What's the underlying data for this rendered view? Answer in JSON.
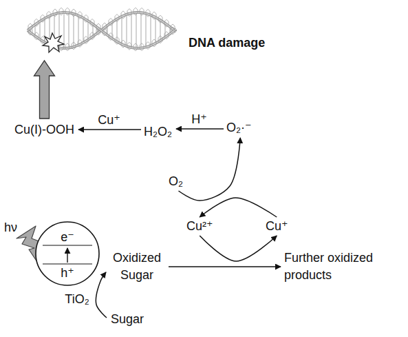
{
  "diagram": {
    "nodes": [
      {
        "text": [
          "DNA damage"
        ]
      },
      {
        "text": [
          "Cu(I)-OOH"
        ]
      },
      {
        "text": [
          "H₂O₂"
        ]
      },
      {
        "text": [
          "O₂·⁻"
        ]
      },
      {
        "text": [
          "O₂"
        ]
      },
      {
        "text": [
          "Cu²⁺"
        ]
      },
      {
        "text": [
          "Cu⁺"
        ]
      },
      {
        "text": [
          "e⁻",
          "h⁺",
          "TiO₂"
        ]
      },
      {
        "text": [
          "Oxidized Sugar"
        ]
      },
      {
        "text": [
          "Further oxidized products"
        ]
      },
      {
        "text": [
          "Sugar"
        ]
      }
    ],
    "edges": [
      {
        "from": 2,
        "to": 1,
        "arrow": "to",
        "label": "Cu⁺"
      },
      {
        "from": 3,
        "to": 2,
        "arrow": "to",
        "label": "H⁺"
      },
      {
        "from": 1,
        "to": 0,
        "arrow": "to"
      },
      {
        "from": 4,
        "to": 3,
        "arrow": "to"
      },
      {
        "from": 6,
        "to": 5,
        "arrow": "to"
      },
      {
        "from": 5,
        "to": 6,
        "arrow": "to"
      },
      {
        "from": 8,
        "to": 9,
        "arrow": "to"
      },
      {
        "from": 10,
        "to": 8,
        "arrow": "to"
      }
    ],
    "labels": [
      "hν"
    ]
  }
}
